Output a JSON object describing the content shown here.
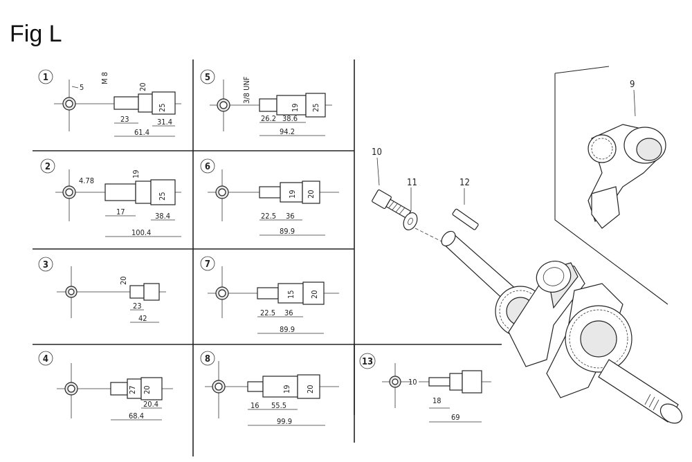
{
  "figure": {
    "title": "Fig L"
  },
  "variants": [
    {
      "num": "1",
      "thread": "M 8",
      "bore": "5",
      "dims": [
        "20",
        "25",
        "23",
        "31.4",
        "61.4"
      ]
    },
    {
      "num": "2",
      "bore": "4.78",
      "dims": [
        "19",
        "25",
        "17",
        "38.4",
        "100.4"
      ]
    },
    {
      "num": "3",
      "dims": [
        "20",
        "23",
        "42"
      ]
    },
    {
      "num": "4",
      "dims": [
        "20",
        "27",
        "20.4",
        "68.4"
      ]
    },
    {
      "num": "5",
      "thread": "3/8 UNF",
      "dims": [
        "19",
        "25",
        "26.2",
        "38.6",
        "94.2"
      ]
    },
    {
      "num": "6",
      "dims": [
        "19",
        "20",
        "22.5",
        "36",
        "89.9"
      ]
    },
    {
      "num": "7",
      "dims": [
        "15",
        "20",
        "22.5",
        "36",
        "89.9"
      ]
    },
    {
      "num": "8",
      "dims": [
        "19",
        "20",
        "16",
        "55.5",
        "99.9"
      ]
    },
    {
      "num": "13",
      "bore": "10",
      "dims": [
        "18",
        "69"
      ]
    }
  ],
  "callouts": [
    "9",
    "10",
    "11",
    "12"
  ]
}
